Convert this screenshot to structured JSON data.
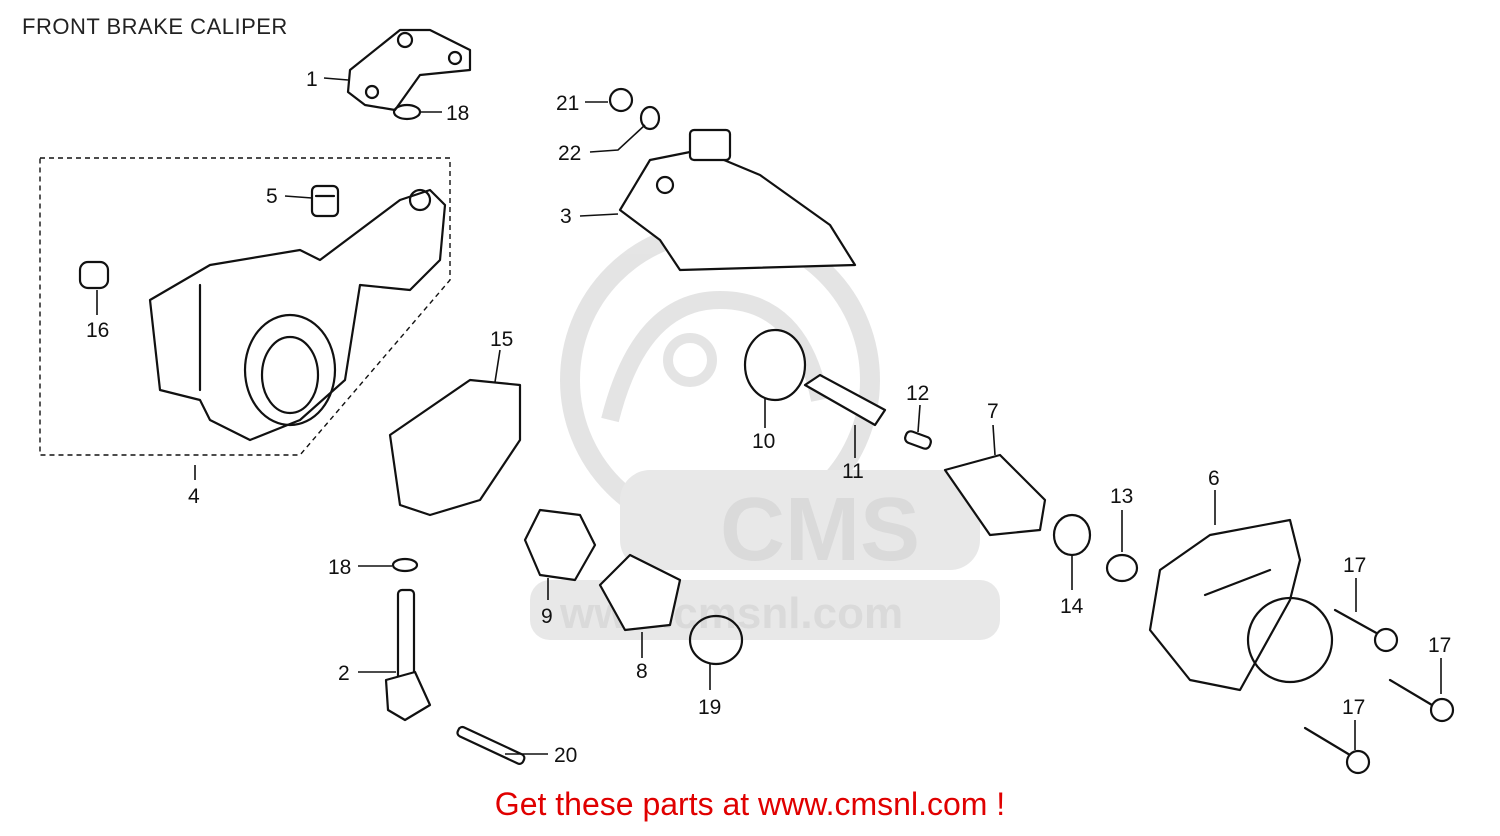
{
  "title": "FRONT BRAKE CALIPER",
  "watermark": {
    "logo_text": "CMS",
    "url_text": "www.cmsnl.com"
  },
  "footer": "Get these parts at www.cmsnl.com !",
  "colors": {
    "footer": "#e00000",
    "ink": "#111111",
    "watermark": "#d7d7d7"
  },
  "callouts": {
    "c1": "1",
    "c2": "2",
    "c3": "3",
    "c4": "4",
    "c5": "5",
    "c6": "6",
    "c7": "7",
    "c8": "8",
    "c9": "9",
    "c10": "10",
    "c11": "11",
    "c12": "12",
    "c13": "13",
    "c14": "14",
    "c15": "15",
    "c16": "16",
    "c17a": "17",
    "c17b": "17",
    "c17c": "17",
    "c18a": "18",
    "c18b": "18",
    "c19": "19",
    "c20": "20",
    "c21": "21",
    "c22": "22"
  }
}
